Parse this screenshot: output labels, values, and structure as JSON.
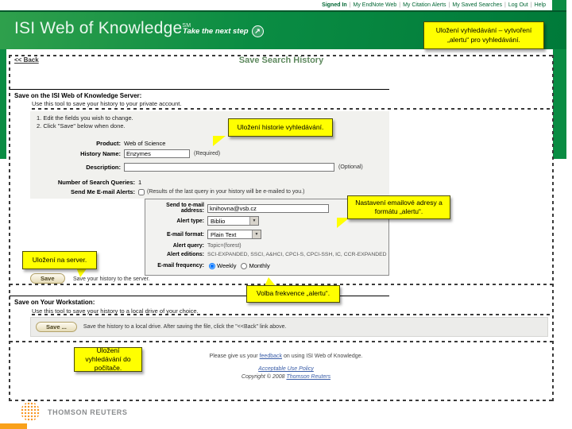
{
  "topbar": {
    "links": [
      "Signed In",
      "My EndNote Web",
      "My Citation Alerts",
      "My Saved Searches",
      "Log Out",
      "Help"
    ],
    "separator": "|"
  },
  "header": {
    "logo": "ISI Web of Knowledge",
    "logo_sup": "SM",
    "tagline": "Take the next step",
    "arrow_icon": "↗"
  },
  "content": {
    "back_link": "<< Back",
    "title": "Save Search History",
    "server_section": {
      "heading": "Save on the ISI Web of Knowledge Server:",
      "intro": "Use this tool to save your history to your private account.",
      "step1": "1. Edit the fields you wish to change.",
      "step2": "2. Click \"Save\" below when done.",
      "product_label": "Product:",
      "product_value": "Web of Science",
      "history_name_label": "History Name:",
      "history_name_value": "Enzymes",
      "required_note": "(Required)",
      "description_label": "Description:",
      "description_value": "",
      "optional_note": "(Optional)",
      "queries_label": "Number of Search Queries:",
      "queries_value": "1",
      "alerts_label": "Send Me E-mail Alerts:",
      "alerts_note": "(Results of the last query in your history will be e-mailed to you.)",
      "save_button": "Save",
      "save_note": "Save your history to the server."
    },
    "email_panel": {
      "send_label": "Send to e-mail address:",
      "address": "knihovna@vsb.cz",
      "type_label": "Alert type:",
      "type_value": "Biblio",
      "format_label": "E-mail format:",
      "format_value": "Plain Text",
      "query_label": "Alert query:",
      "query_value": "Topic=(forest)",
      "editions_label": "Alert editions:",
      "editions_value": "SCI-EXPANDED, SSCI, A&HCI, CPCI-S, CPCI-SSH, IC, CCR-EXPANDED",
      "frequency_label": "E-mail frequency:",
      "weekly": "Weekly",
      "monthly": "Monthly",
      "frequency_selected": "Weekly"
    },
    "workstation_section": {
      "heading": "Save on Your Workstation:",
      "intro": "Use this tool to save your history to a local drive of your choice.",
      "save_button": "Save ...",
      "save_note": "Save the history to a local drive. After saving the file, click the \"<<Back\" link above."
    },
    "footer": {
      "feedback_pre": "Please give us your ",
      "feedback_link": "feedback",
      "feedback_post": " on using ISI Web of Knowledge.",
      "policy_link": "Acceptable Use Policy",
      "copyright_pre": "Copyright © 2008 ",
      "copyright_link": "Thomson Reuters"
    }
  },
  "callouts": {
    "alert_creation": "Uložení vyhledávání – vytvoření „alertu“ pro vyhledávání.",
    "history_save": "Uložení historie vyhledávání.",
    "email_settings": "Nastavení emailové adresy a formátu „alertu“.",
    "server_save": "Uložení na server.",
    "frequency": "Volba frekvence „alertu“.",
    "workstation_save": "Uložení vyhledávání do počítače."
  },
  "brand": {
    "name": "THOMSON REUTERS"
  },
  "colors": {
    "header_green": "#0a8c43",
    "dark_green": "#00572a",
    "callout_yellow": "#ffff00",
    "brand_orange": "#f7941e",
    "title_green": "#5f8a5f"
  }
}
